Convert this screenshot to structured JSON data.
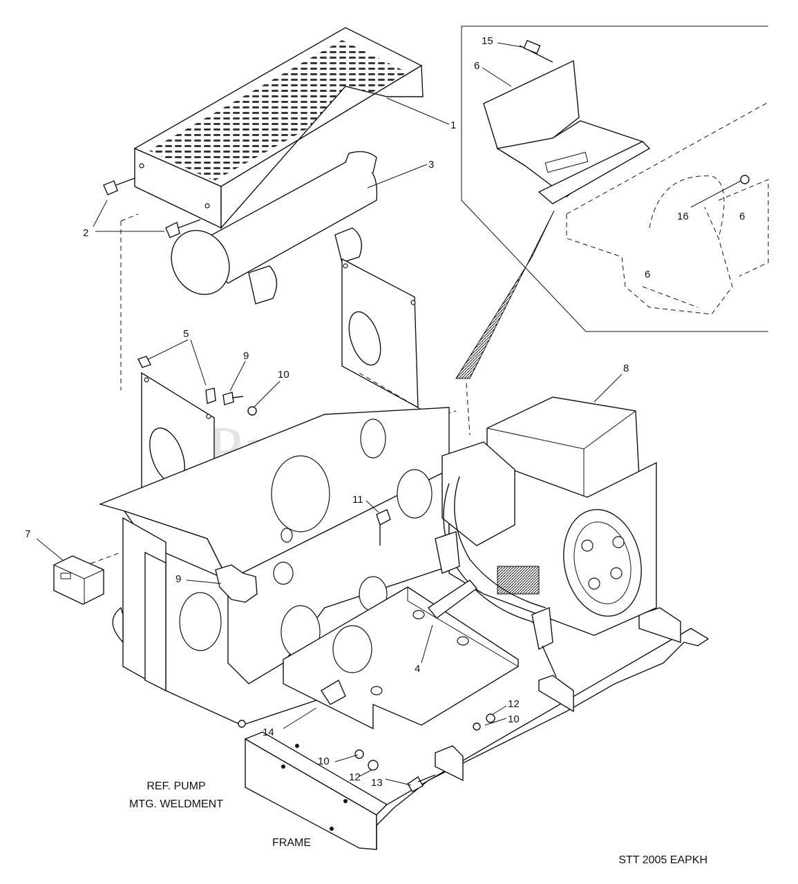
{
  "watermark": "PartsTree",
  "callouts": {
    "c1": "1",
    "c2": "2",
    "c3": "3",
    "c4": "4",
    "c5": "5",
    "c6": "6",
    "c7": "7",
    "c8": "8",
    "c9a": "9",
    "c9b": "9",
    "c10a": "10",
    "c10b": "10",
    "c10c": "10",
    "c11": "11",
    "c12a": "12",
    "c12b": "12",
    "c13": "13",
    "c14": "14",
    "c15": "15",
    "c16": "16"
  },
  "notes": {
    "ref_line1": "REF. PUMP",
    "ref_line2": "MTG. WELDMENT",
    "frame": "FRAME",
    "code": "STT 2005 EAPKH"
  },
  "inset_labels": {
    "i6a": "6",
    "i6b": "6"
  }
}
